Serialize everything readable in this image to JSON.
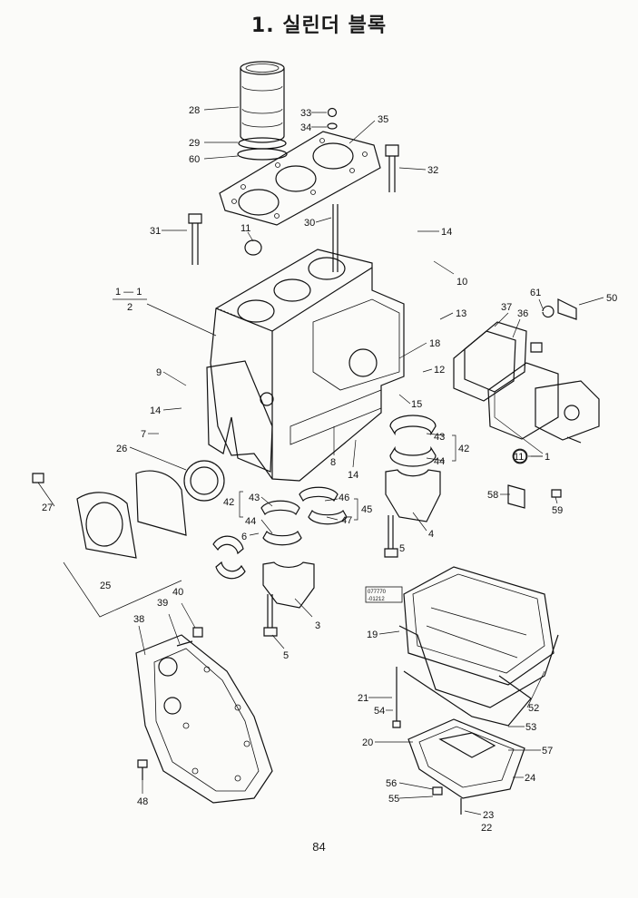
{
  "page": {
    "title": "1. 실린더 블록",
    "page_number": "84"
  },
  "callouts": [
    {
      "id": "28",
      "label": "28"
    },
    {
      "id": "29",
      "label": "29"
    },
    {
      "id": "60",
      "label": "60"
    },
    {
      "id": "33",
      "label": "33"
    },
    {
      "id": "34",
      "label": "34"
    },
    {
      "id": "35",
      "label": "35"
    },
    {
      "id": "32",
      "label": "32"
    },
    {
      "id": "31",
      "label": "31"
    },
    {
      "id": "30",
      "label": "30"
    },
    {
      "id": "11",
      "label": "11"
    },
    {
      "id": "14a",
      "label": "14"
    },
    {
      "id": "10",
      "label": "10"
    },
    {
      "id": "1-1",
      "label": "1 — 1"
    },
    {
      "id": "2",
      "label": "2"
    },
    {
      "id": "13",
      "label": "13"
    },
    {
      "id": "18",
      "label": "18"
    },
    {
      "id": "12",
      "label": "12"
    },
    {
      "id": "9",
      "label": "9"
    },
    {
      "id": "14b",
      "label": "14"
    },
    {
      "id": "15",
      "label": "15"
    },
    {
      "id": "7",
      "label": "7"
    },
    {
      "id": "26",
      "label": "26"
    },
    {
      "id": "8",
      "label": "8"
    },
    {
      "id": "14c",
      "label": "14"
    },
    {
      "id": "43a",
      "label": "43"
    },
    {
      "id": "42a",
      "label": "42"
    },
    {
      "id": "44a",
      "label": "44"
    },
    {
      "id": "27",
      "label": "27"
    },
    {
      "id": "42b",
      "label": "42"
    },
    {
      "id": "43b",
      "label": "43"
    },
    {
      "id": "44b",
      "label": "44"
    },
    {
      "id": "46",
      "label": "46"
    },
    {
      "id": "47",
      "label": "47"
    },
    {
      "id": "45",
      "label": "45"
    },
    {
      "id": "6",
      "label": "6"
    },
    {
      "id": "4",
      "label": "4"
    },
    {
      "id": "5a",
      "label": "5"
    },
    {
      "id": "25",
      "label": "25"
    },
    {
      "id": "40",
      "label": "40"
    },
    {
      "id": "39",
      "label": "39"
    },
    {
      "id": "38",
      "label": "38"
    },
    {
      "id": "3",
      "label": "3"
    },
    {
      "id": "5b",
      "label": "5"
    },
    {
      "id": "48",
      "label": "48"
    },
    {
      "id": "61",
      "label": "61"
    },
    {
      "id": "50",
      "label": "50"
    },
    {
      "id": "37",
      "label": "37"
    },
    {
      "id": "36",
      "label": "36"
    },
    {
      "id": "11c",
      "label": "11"
    },
    {
      "id": "1",
      "label": "1"
    },
    {
      "id": "58",
      "label": "58"
    },
    {
      "id": "59",
      "label": "59"
    },
    {
      "id": "19",
      "label": "19"
    },
    {
      "id": "21",
      "label": "21"
    },
    {
      "id": "54",
      "label": "54"
    },
    {
      "id": "52",
      "label": "52"
    },
    {
      "id": "53",
      "label": "53"
    },
    {
      "id": "20",
      "label": "20"
    },
    {
      "id": "57",
      "label": "57"
    },
    {
      "id": "56",
      "label": "56"
    },
    {
      "id": "55",
      "label": "55"
    },
    {
      "id": "24",
      "label": "24"
    },
    {
      "id": "23",
      "label": "23"
    },
    {
      "id": "22",
      "label": "22"
    }
  ],
  "sticker": {
    "line1": "077770",
    "line2": "-01212"
  }
}
